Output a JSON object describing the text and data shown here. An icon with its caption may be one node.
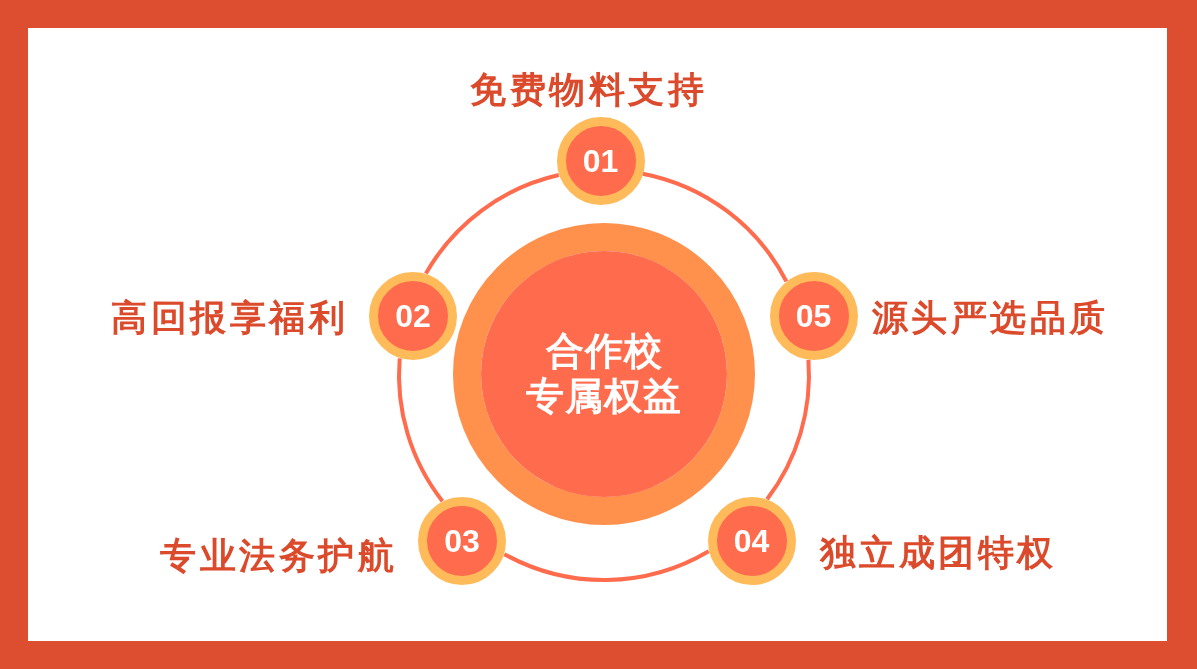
{
  "diagram": {
    "nodes": [
      {
        "text": [
          "合作校专属权益"
        ]
      },
      {
        "text": [
          "01"
        ],
        "beside": [
          "免费物料支持"
        ]
      },
      {
        "text": [
          "02"
        ],
        "beside": [
          "高回报享福利"
        ]
      },
      {
        "text": [
          "03"
        ],
        "beside": [
          "专业法务护航"
        ]
      },
      {
        "text": [
          "04"
        ],
        "beside": [
          "独立成团特权"
        ]
      },
      {
        "text": [
          "05"
        ],
        "beside": [
          "源头严选品质"
        ]
      }
    ],
    "edges": [
      {
        "from": 1,
        "to": 2,
        "arrow": "none"
      },
      {
        "from": 2,
        "to": 3,
        "arrow": "none"
      },
      {
        "from": 3,
        "to": 4,
        "arrow": "none"
      },
      {
        "from": 4,
        "to": 5,
        "arrow": "none"
      },
      {
        "from": 5,
        "to": 1,
        "arrow": "none"
      }
    ]
  }
}
